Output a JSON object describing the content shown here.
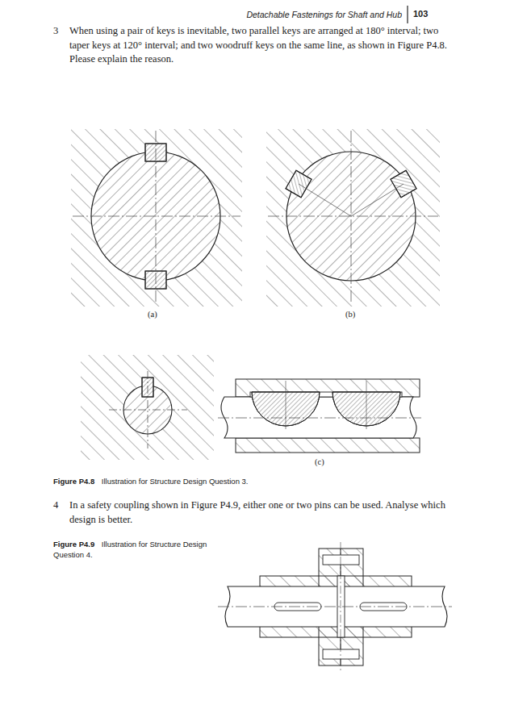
{
  "diagram": {
    "labels": [
      "Detachable Fastenings for Shaft and Hub",
      "103",
      "3",
      "When using a pair of keys is inevitable, two parallel keys are arranged at 180° interval; two taper keys at 120° interval; and two woodruff keys on the same line, as shown in Figure P4.8. Please explain the reason.",
      "(a)",
      "(b)",
      "(c)",
      "Figure P4.8",
      "Illustration for Structure Design Question 3.",
      "4",
      "In a safety coupling shown in Figure P4.9, either one or two pins can be used. Analyse which design is better.",
      "Figure P4.9",
      "Illustration for Structure Design Question 4."
    ]
  }
}
